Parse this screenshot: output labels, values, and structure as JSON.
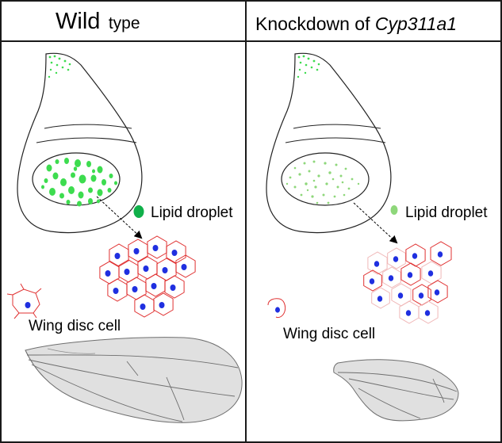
{
  "colors": {
    "border": "#1a1a1a",
    "droplet_wt": "#3ddc4f",
    "droplet_ko": "#8ed77a",
    "cell_outline": "#e03030",
    "cell_outline_faint": "#f0b8b8",
    "nucleus": "#1f2fe0",
    "wing_fill": "#e0e0e0",
    "wing_line": "#6e6e6e"
  },
  "panels": {
    "left": {
      "title_big": "Wild",
      "title_small": "type",
      "legend_label": "Lipid droplet",
      "cell_label": "Wing disc cell"
    },
    "right": {
      "title_prefix": "Knockdown of ",
      "title_gene": "Cyp311a1",
      "legend_label": "Lipid droplet",
      "cell_label": "Wing disc cell"
    }
  }
}
